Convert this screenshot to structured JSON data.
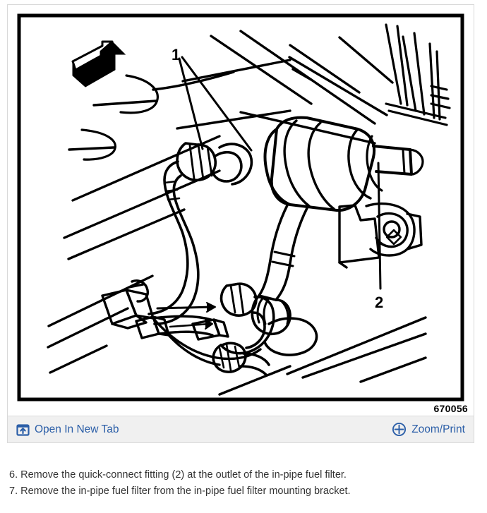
{
  "figure": {
    "number_label": "670056",
    "callouts": [
      {
        "id": "1",
        "text": "1"
      },
      {
        "id": "2",
        "text": "2"
      }
    ],
    "alt_description": "Line drawing of an in-pipe fuel filter mounted under a vehicle, with quick-connect fittings labeled 1 and 2"
  },
  "toolbar": {
    "open_in_new_tab": {
      "label": "Open In New Tab",
      "icon": "open-in-new-tab-icon"
    },
    "zoom_print": {
      "label": "Zoom/Print",
      "icon": "zoom-plus-icon"
    },
    "link_color": "#2c5fa8",
    "background_color": "#f0f0f0"
  },
  "steps": [
    "6. Remove the quick-connect fitting (2) at the outlet of the in-pipe fuel filter.",
    "7. Remove the in-pipe fuel filter from the in-pipe fuel filter mounting bracket."
  ]
}
